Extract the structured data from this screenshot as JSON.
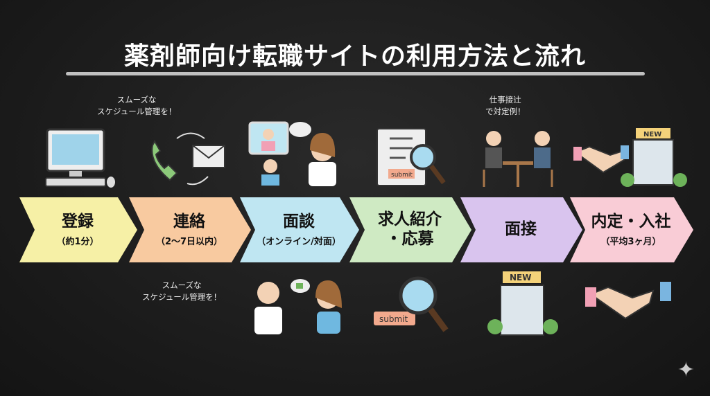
{
  "title": "薬剤師向け転職サイトの利用方法と流れ",
  "steps": [
    {
      "main": "登録",
      "sub": "（約1分）",
      "color": "#f6f0a6"
    },
    {
      "main": "連絡",
      "sub": "（2〜7日以内）",
      "color": "#f8caa0"
    },
    {
      "main": "面談",
      "sub": "（オンライン/対面）",
      "color": "#bfe6f2"
    },
    {
      "main": "求人紹介\n・応募",
      "sub": "",
      "color": "#cfeac3"
    },
    {
      "main": "面接",
      "sub": "",
      "color": "#d9c4ee"
    },
    {
      "main": "内定・入社",
      "sub": "（平均3ヶ月）",
      "color": "#f9ccd6"
    }
  ],
  "notes": {
    "top_left": "スムーズな\nスケジュール管理を！",
    "top_right": "仕事接辻\nで対定例！",
    "bottom_left": "スムーズな\nスケジュール管理を！"
  },
  "labels": {
    "submit": "submit",
    "new": "NEW"
  }
}
